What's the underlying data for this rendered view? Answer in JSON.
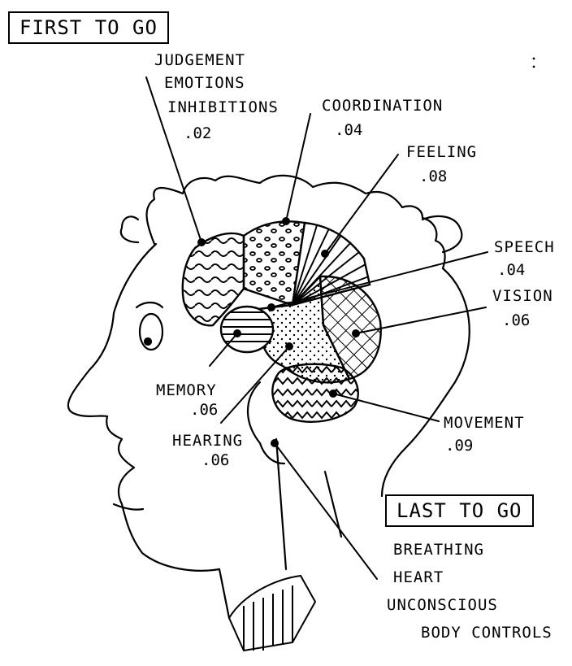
{
  "header": {
    "first_to_go": "FIRST TO GO",
    "last_to_go": "LAST TO GO"
  },
  "regions": {
    "judgement": {
      "lines": [
        "JUDGEMENT",
        "EMOTIONS",
        "INHIBITIONS"
      ],
      "value": ".02"
    },
    "coordination": {
      "label": "COORDINATION",
      "value": ".04"
    },
    "feeling": {
      "label": "FEELING",
      "value": ".08"
    },
    "speech": {
      "label": "SPEECH",
      "value": ".04"
    },
    "vision": {
      "label": "VISION",
      "value": ".06"
    },
    "memory": {
      "label": "MEMORY",
      "value": ".06"
    },
    "hearing": {
      "label": "HEARING",
      "value": ".06"
    },
    "movement": {
      "label": "MOVEMENT",
      "value": ".09"
    }
  },
  "last": {
    "lines": [
      "BREATHING",
      "HEART",
      "UNCONSCIOUS",
      "BODY CONTROLS"
    ]
  }
}
